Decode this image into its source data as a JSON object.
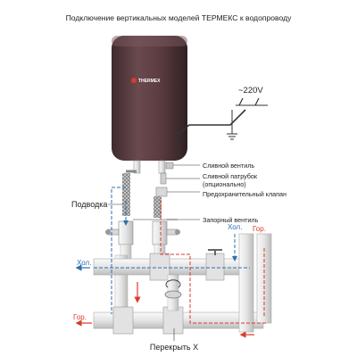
{
  "title": "Подключение вертикальных моделей ТЕРМЕКС к водопроводу",
  "brand": "THERMEX",
  "labels": {
    "voltage": "~220V",
    "drain_valve": "Сливной вентиль",
    "drain_pipe_line1": "Сливной патрубок",
    "drain_pipe_line2": "(опционально)",
    "safety_valve": "Предохранительный клапан",
    "feed": "Подводка",
    "shutoff": "Запорный вентиль",
    "cold_left": "Хол.",
    "cold_right": "Хол.",
    "hot_right": "Гор.",
    "hot_left": "Гор.",
    "crossover": "Перекрыть Х"
  },
  "colors": {
    "cold": "#2d6fb3",
    "hot": "#d83b2a",
    "tank": "#5a3b3f",
    "pipe": "#e9e9e9"
  },
  "icons": [
    "ground-icon",
    "electric-plug-icon",
    "valve-handle-icon",
    "arrow-icon"
  ]
}
